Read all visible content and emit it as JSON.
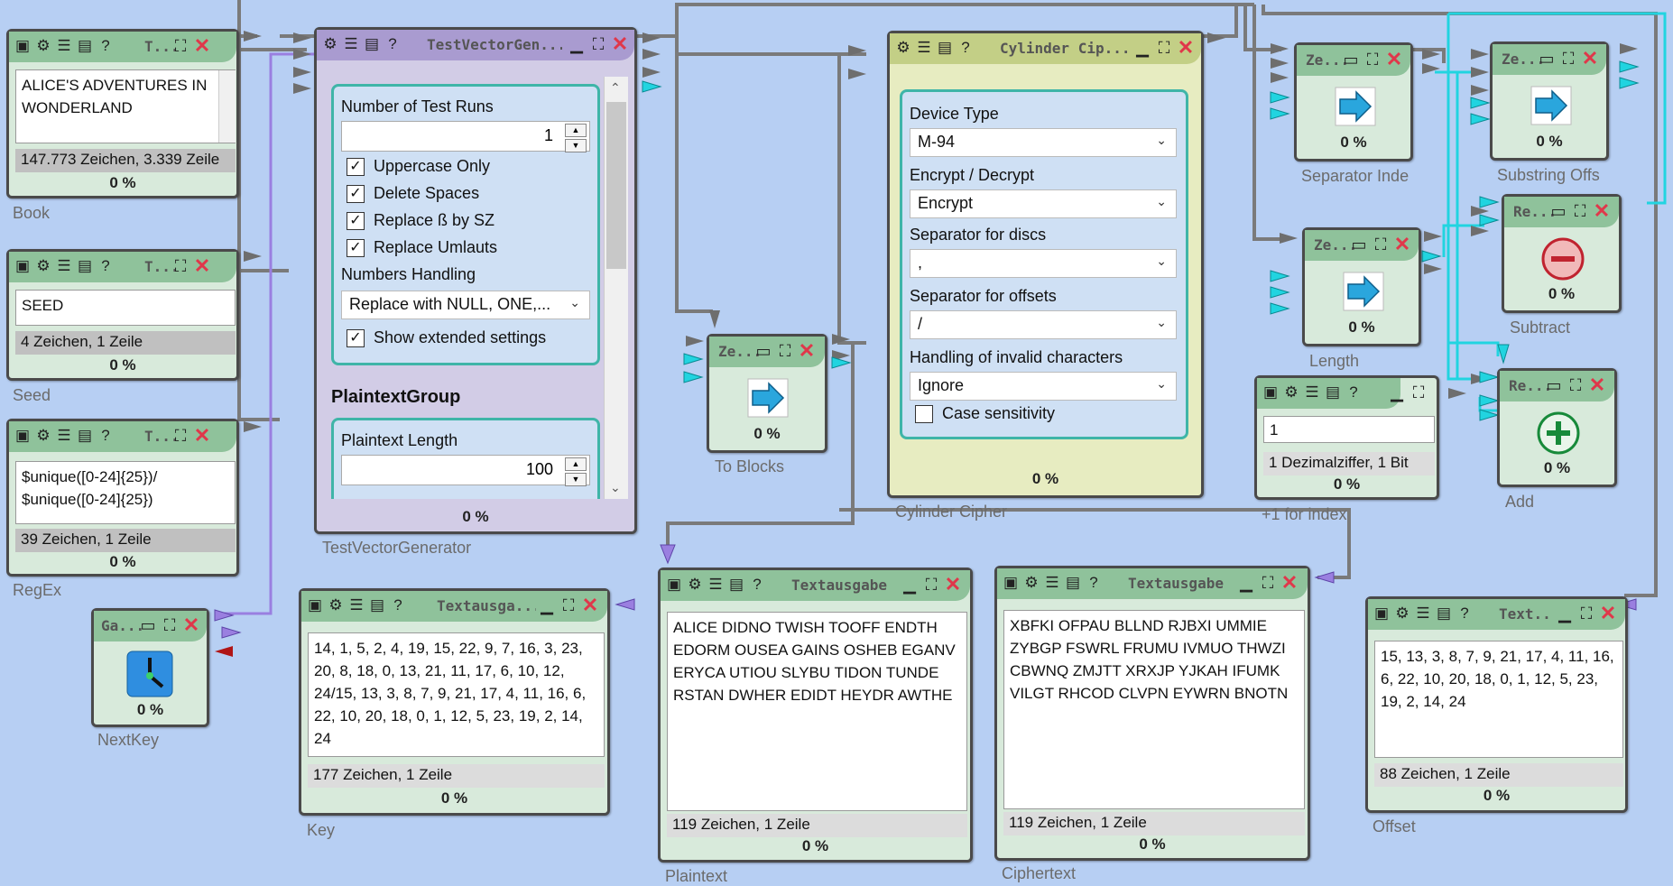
{
  "colors": {
    "background": "#b7cff3",
    "wire": "#7a7a7a",
    "cyan": "#21d4e0",
    "violet": "#9a7fe0",
    "red": "#b01515"
  },
  "book": {
    "title": "T...",
    "text": "ALICE'S ADVENTURES IN WONDERLAND",
    "status": "147.773 Zeichen,  3.339 Zeile",
    "pct": "0 %",
    "label": "Book"
  },
  "seed": {
    "title": "T...",
    "text": "SEED",
    "status": "4 Zeichen,  1 Zeile",
    "pct": "0 %",
    "label": "Seed"
  },
  "regex": {
    "title": "T...",
    "text1": "$unique([0-24]{25})/",
    "text2": "$unique([0-24]{25})",
    "status": "39 Zeichen,  1 Zeile",
    "pct": "0 %",
    "label": "RegEx"
  },
  "nextkey": {
    "title": "Ga...",
    "pct": "0 %",
    "label": "NextKey",
    "icon": "clock-icon"
  },
  "testvec": {
    "title": "TestVectorGen...",
    "runs_label": "Number of Test Runs",
    "runs_value": "1",
    "chk_upper": "Uppercase Only",
    "chk_spaces": "Delete Spaces",
    "chk_sz": "Replace ß by SZ",
    "chk_umlaut": "Replace Umlauts",
    "numbers_label": "Numbers Handling",
    "numbers_value": "Replace with NULL, ONE,...",
    "chk_extended": "Show extended settings",
    "group": "PlaintextGroup",
    "len_label": "Plaintext Length",
    "len_value": "100",
    "pct": "0 %",
    "label": "TestVectorGenerator"
  },
  "toblocks": {
    "title": "Ze...",
    "pct": "0 %",
    "label": "To Blocks",
    "icon": "arrow-right-icon"
  },
  "cylinder": {
    "title": "Cylinder Cip...",
    "device_label": "Device Type",
    "device_value": "M-94",
    "mode_label": "Encrypt / Decrypt",
    "mode_value": "Encrypt",
    "sepdisc_label": "Separator for discs",
    "sepdisc_value": ",",
    "sepoff_label": "Separator for offsets",
    "sepoff_value": "/",
    "invalid_label": "Handling of invalid characters",
    "invalid_value": "Ignore",
    "case_label": "Case sensitivity",
    "pct": "0 %",
    "label": "Cylinder Cipher"
  },
  "sepindex": {
    "title": "Ze...",
    "pct": "0 %",
    "label": "Separator Inde"
  },
  "length": {
    "title": "Ze...",
    "pct": "0 %",
    "label": "Length"
  },
  "substr": {
    "title": "Ze...",
    "pct": "0 %",
    "label": "Substring Offs"
  },
  "subtract": {
    "title": "Re...",
    "pct": "0 %",
    "label": "Subtract",
    "icon": "minus-circle-icon"
  },
  "add": {
    "title": "Re...",
    "pct": "0 %",
    "label": "Add",
    "icon": "plus-circle-icon"
  },
  "plusone": {
    "text": "1",
    "status": "1 Dezimalziffer, 1 Bit",
    "pct": "0 %",
    "label": "+1 for index"
  },
  "key": {
    "title": "Textausga...",
    "text": "14, 1, 5, 2, 4, 19, 15, 22, 9, 7, 16, 3, 23, 20, 8, 18, 0, 13, 21, 11, 17, 6, 10, 12, 24/15, 13, 3, 8, 7, 9, 21, 17, 4, 11, 16, 6, 22, 10, 20, 18, 0, 1, 12, 5, 23, 19, 2, 14, 24",
    "status": "177 Zeichen,  1 Zeile",
    "pct": "0 %",
    "label": "Key"
  },
  "plaintext": {
    "title": "Textausgabe",
    "text": "ALICE DIDNO TWISH TOOFF ENDTH EDORM OUSEA GAINS OSHEB EGANV ERYCA UTIOU SLYBU TIDON TUNDE RSTAN DWHER EDIDT HEYDR AWTHE",
    "status": "119 Zeichen,  1 Zeile",
    "pct": "0 %",
    "label": "Plaintext"
  },
  "ciphertext": {
    "title": "Textausgabe",
    "text": "XBFKI OFPAU BLLND RJBXI UMMIE ZYBGP FSWRL FRUMU IVMUO THWZI CBWNQ ZMJTT XRXJP YJKAH IFUMK VILGT RHCOD CLVPN EYWRN BNOTN",
    "status": "119 Zeichen,  1 Zeile",
    "pct": "0 %",
    "label": "Ciphertext"
  },
  "offset": {
    "title": "Text...",
    "text": "15, 13, 3, 8, 7, 9, 21, 17, 4, 11, 16, 6, 22, 10, 20, 18, 0, 1, 12, 5, 23, 19, 2, 14, 24",
    "status": "88 Zeichen,  1 Zeile",
    "pct": "0 %",
    "label": "Offset"
  }
}
